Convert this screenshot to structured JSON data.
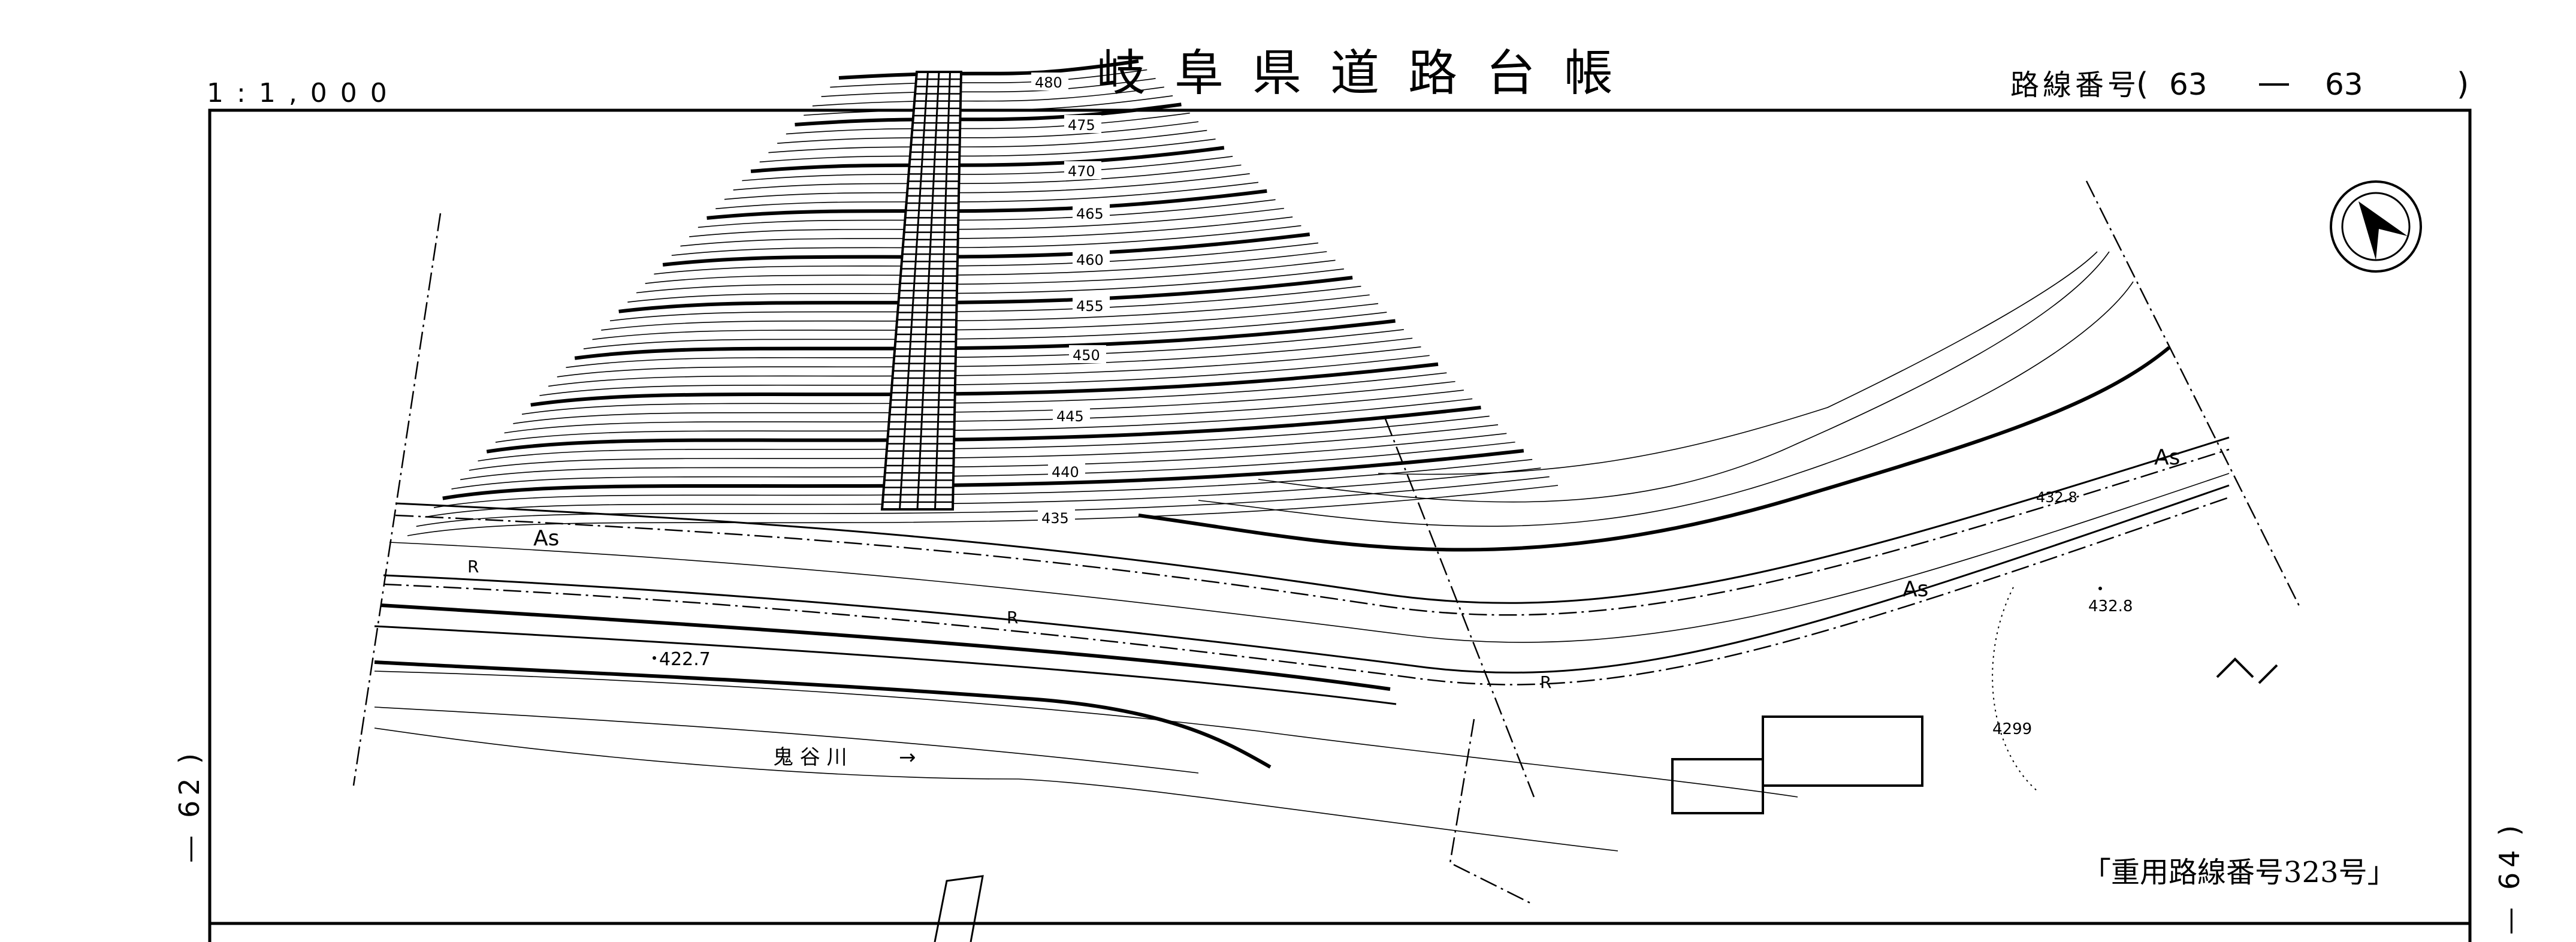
{
  "header": {
    "title": "岐阜県道路台帳",
    "scale": "1:1,000",
    "route_number_label": "路線番号",
    "route_number_from": "63",
    "route_number_to": "63"
  },
  "side_labels": {
    "left": "62",
    "right": "64"
  },
  "map": {
    "contour_labels": [
      "480",
      "475",
      "470",
      "465",
      "460",
      "455",
      "450",
      "445",
      "440",
      "435"
    ],
    "pavement_labels": [
      "As",
      "As",
      "As"
    ],
    "road_labels": [
      "R",
      "R",
      "R"
    ],
    "elevations": [
      "422.7",
      "432.8",
      "432.8",
      "4299"
    ],
    "river_name": "鬼 谷 川",
    "river_arrow": "→",
    "compass": "north-arrow-icon"
  },
  "footer": {
    "heavy_route_note": "「重用路線番号323号」"
  }
}
